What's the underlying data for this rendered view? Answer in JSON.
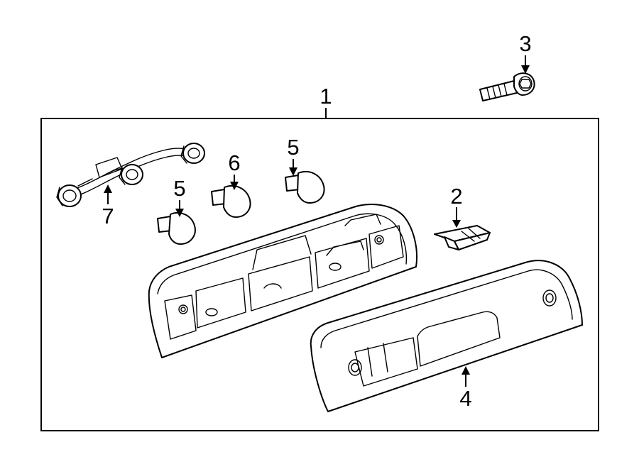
{
  "callouts": [
    {
      "id": "1",
      "label": "1"
    },
    {
      "id": "2",
      "label": "2"
    },
    {
      "id": "3",
      "label": "3"
    },
    {
      "id": "4",
      "label": "4"
    },
    {
      "id": "5a",
      "label": "5"
    },
    {
      "id": "5b",
      "label": "5"
    },
    {
      "id": "6",
      "label": "6"
    },
    {
      "id": "7",
      "label": "7"
    }
  ]
}
